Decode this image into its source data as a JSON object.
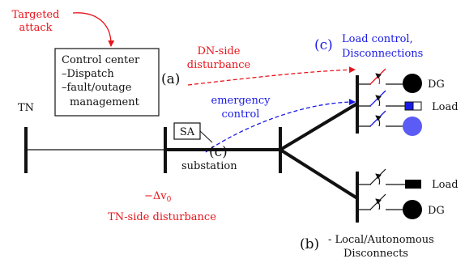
{
  "labels": {
    "targeted_attack_line1": "Targeted",
    "targeted_attack_line2": "attack",
    "control_center_line1": "Control center",
    "control_center_line2": "–Dispatch",
    "control_center_line3": "–fault/outage",
    "control_center_line4": "management",
    "marker_a": "(a)",
    "dn_side_line1": "DN-side",
    "dn_side_line2": "disturbance",
    "marker_c_top": "(c)",
    "load_control_line1": "Load control,",
    "load_control_line2": "Disconnections",
    "emergency_line1": "emergency",
    "emergency_line2": "control",
    "tn": "TN",
    "sa": "SA",
    "marker_c_mid": "(c)",
    "substation": "substation",
    "delta_v_prefix": "−Δv",
    "delta_v_sub": "0",
    "tn_side": "TN-side disturbance",
    "dg_top": "DG",
    "load_top": "Load",
    "load_bottom": "Load",
    "dg_bottom": "DG",
    "marker_b": "(b)",
    "local_line1": "- Local/Autonomous",
    "local_line2": "Disconnects"
  },
  "colors": {
    "red": "#e8141b",
    "blue": "#1a1ae6",
    "blue_fill": "#5b5bf5",
    "black": "#111111"
  }
}
